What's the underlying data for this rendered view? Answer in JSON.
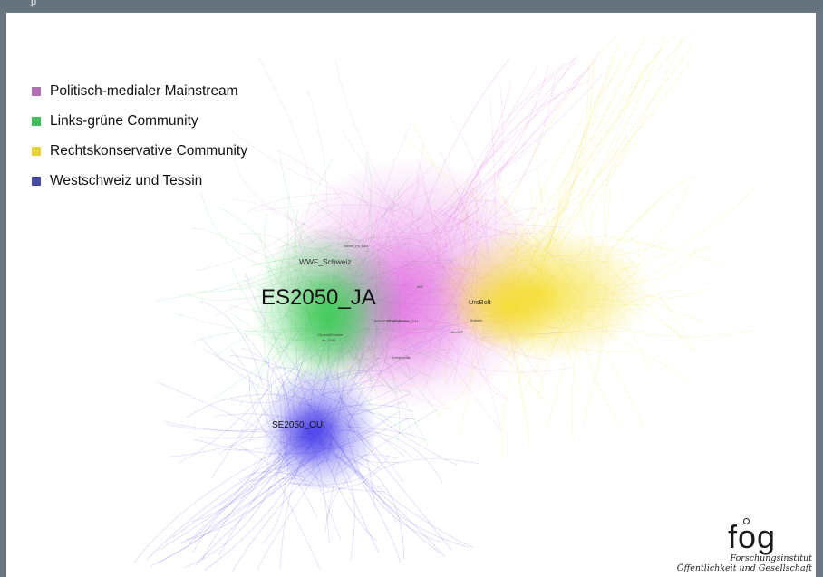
{
  "header": {
    "title_fragment": "p"
  },
  "legend": {
    "items": [
      {
        "label": "Politisch-medialer Mainstream",
        "color": "#b36fb3"
      },
      {
        "label": "Links-grüne Community",
        "color": "#3fbf5a"
      },
      {
        "label": "Rechtskonservative Community",
        "color": "#e8d23a"
      },
      {
        "label": "Westschweiz und Tessin",
        "color": "#4a4aa8"
      }
    ]
  },
  "network": {
    "cluster_colors": {
      "mainstream": "#e060e0",
      "green": "#3ccf55",
      "right": "#f2dd2a",
      "west": "#3a2fe0"
    },
    "labels": {
      "primary": "ES2050_JA",
      "west": "SE2050_OUI",
      "wwf": "WWF_Schweiz",
      "right": "UrsBolt"
    },
    "minor_labels": [
      "Stimm_im_Bild",
      "Mutterschaftskasse",
      "Greenpeace_CH",
      "GruenlibSchwe",
      "ds_2050",
      "Energiepolitik",
      "AM2",
      "Bollwerk",
      "NeinSVP"
    ]
  },
  "logo": {
    "mark": "fog",
    "line1": "Forschungsinstitut",
    "line2": "Öffentlichkeit und Gesellschaft"
  }
}
